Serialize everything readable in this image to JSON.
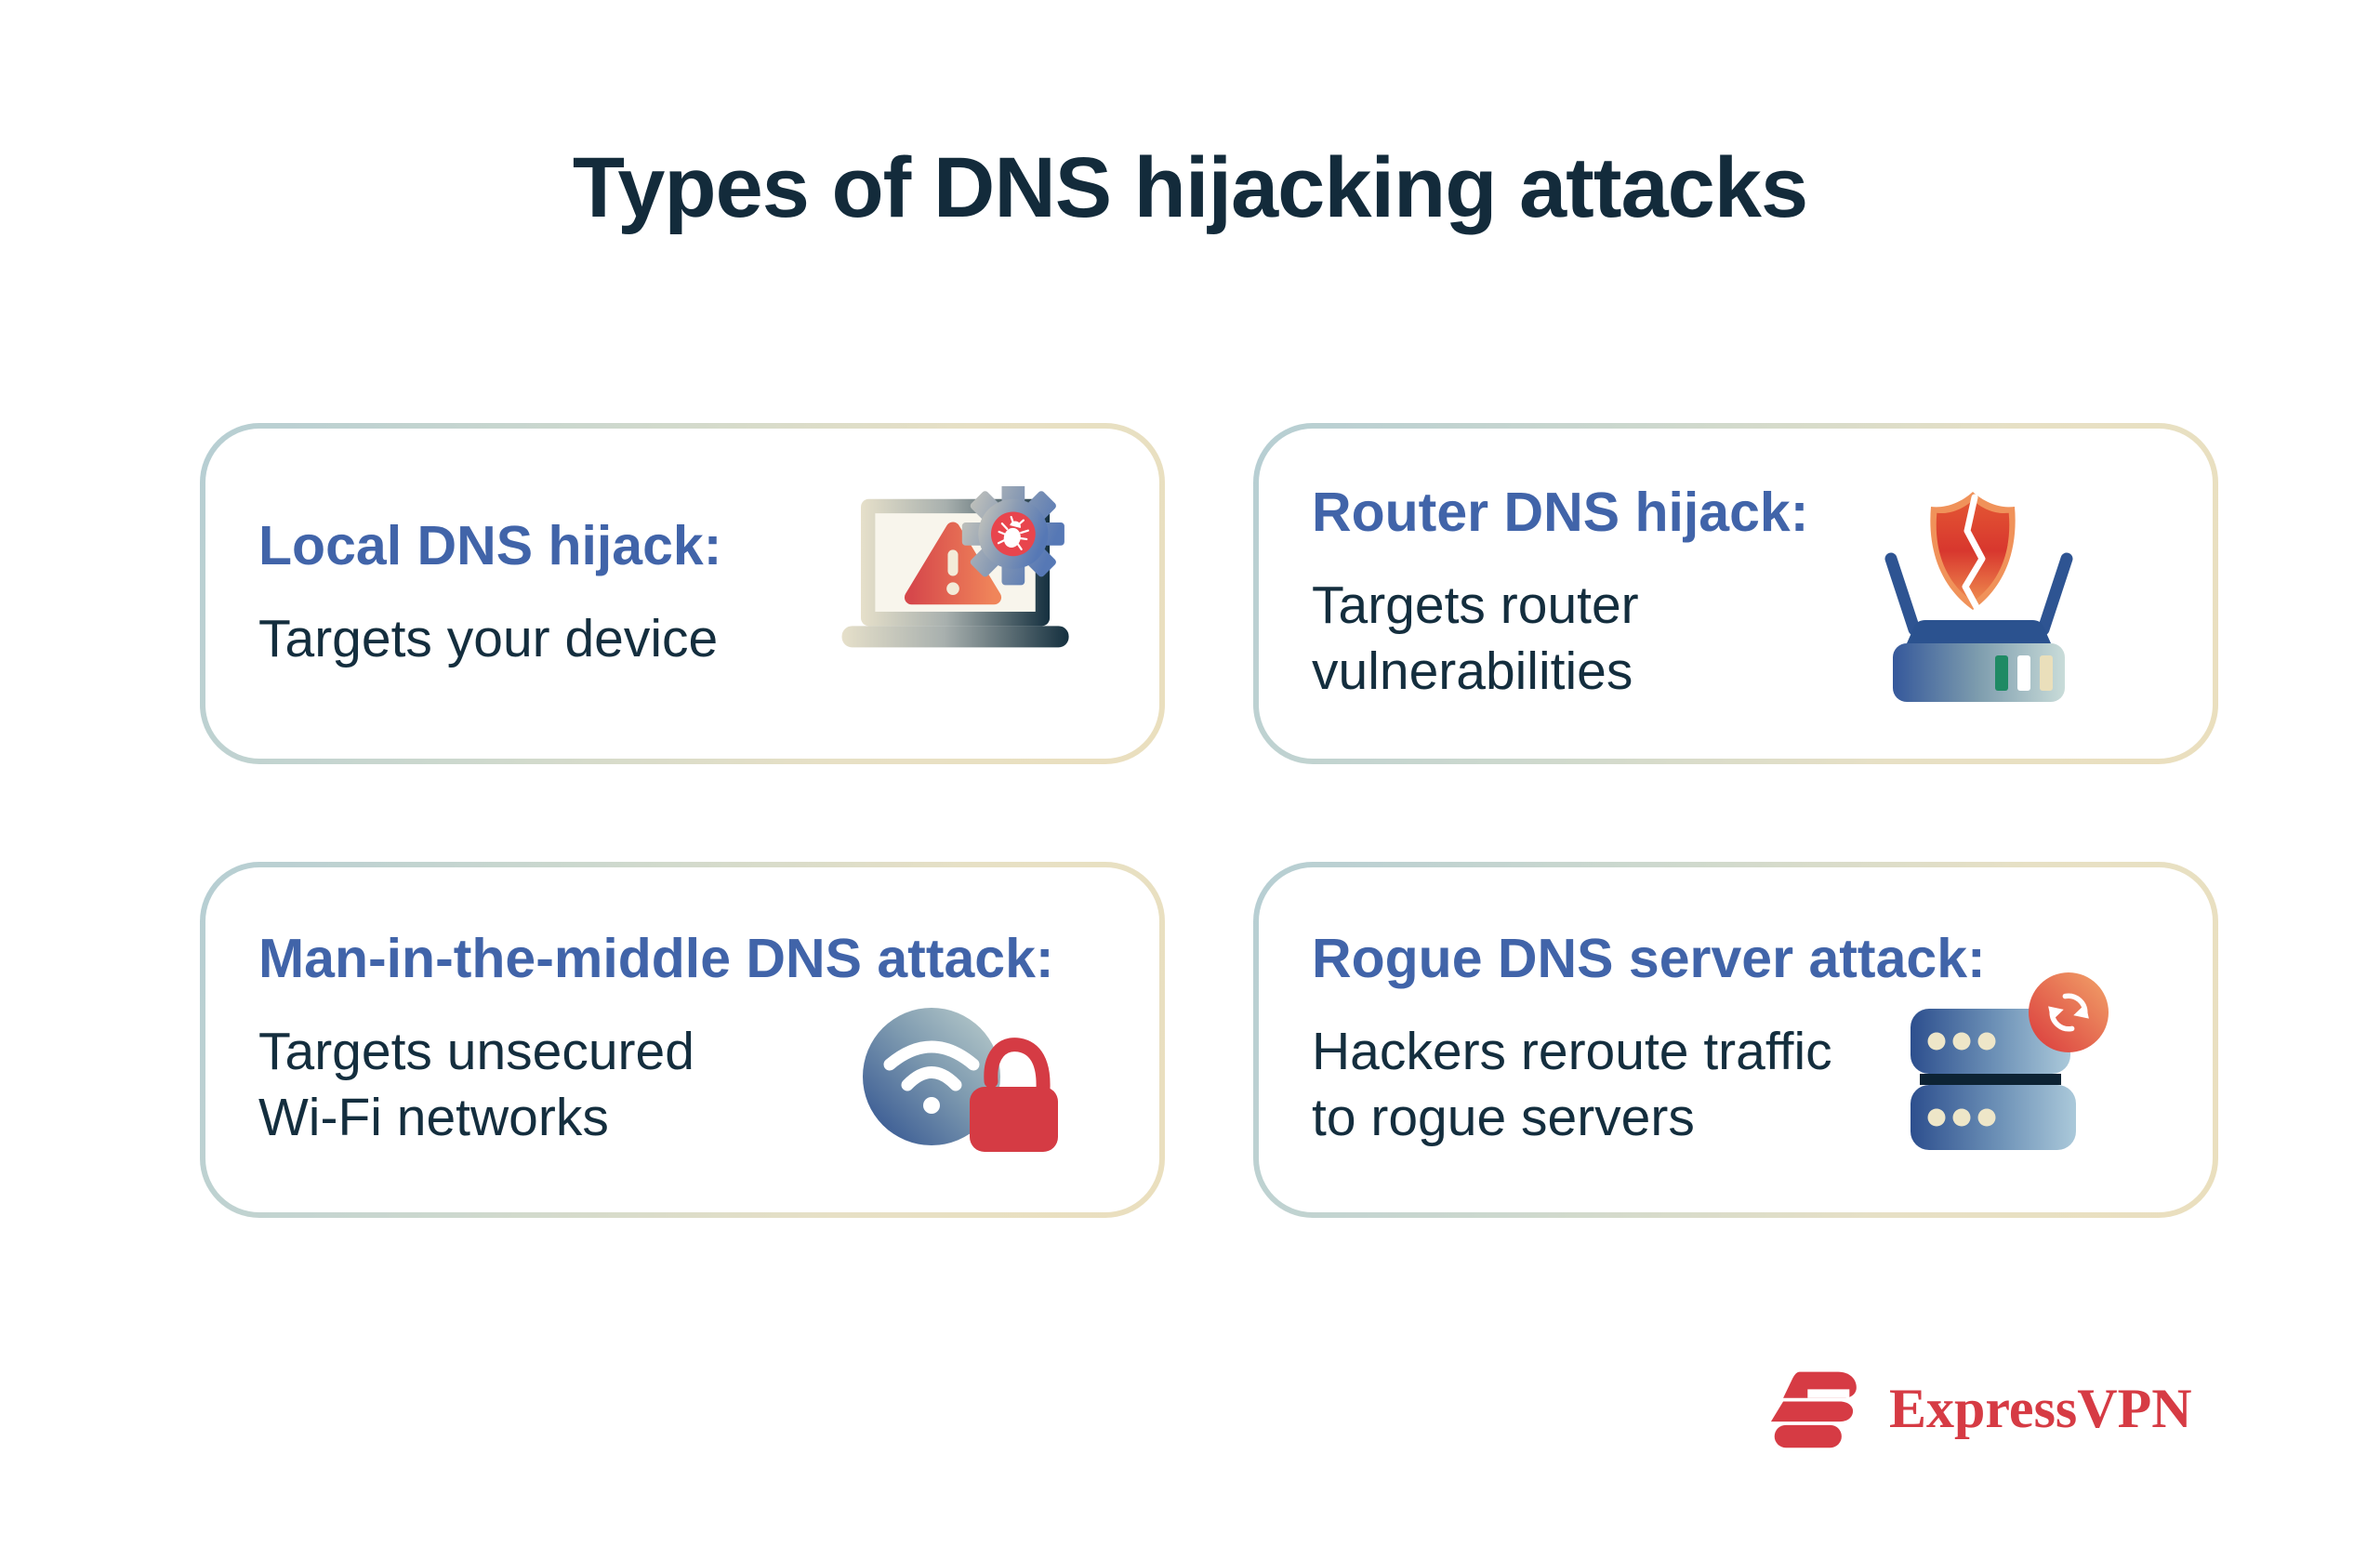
{
  "page": {
    "title": "Types of DNS hijacking attacks"
  },
  "cards": [
    {
      "title": "Local DNS hijack:",
      "description": "Targets your device",
      "icon": "laptop-malware-warning-icon"
    },
    {
      "title": "Router DNS hijack:",
      "description": "Targets router\nvulnerabilities",
      "icon": "router-cracked-shield-icon"
    },
    {
      "title": "Man-in-the-middle DNS attack:",
      "description": "Targets unsecured\nWi-Fi networks",
      "icon": "wifi-open-padlock-icon"
    },
    {
      "title": "Rogue DNS server attack:",
      "description": "Hackers reroute traffic\nto rogue servers",
      "icon": "server-reroute-icon"
    }
  ],
  "footer": {
    "brand_name": "ExpressVPN",
    "logo_icon": "expressvpn-logo-icon"
  },
  "colors": {
    "heading_text": "#132b3b",
    "card_title_blue": "#4164a9",
    "body_text": "#142e3e",
    "brand_red": "#d63b44",
    "alert_red": "#d8484b",
    "alert_orange": "#f0855a",
    "router_blue": "#2e5492",
    "navy_dark": "#15303f",
    "indicator_green": "#1f8a64",
    "cream": "#eee6c8",
    "border_gradient_start": "#b6ced3",
    "border_gradient_end": "#eadfbe"
  }
}
